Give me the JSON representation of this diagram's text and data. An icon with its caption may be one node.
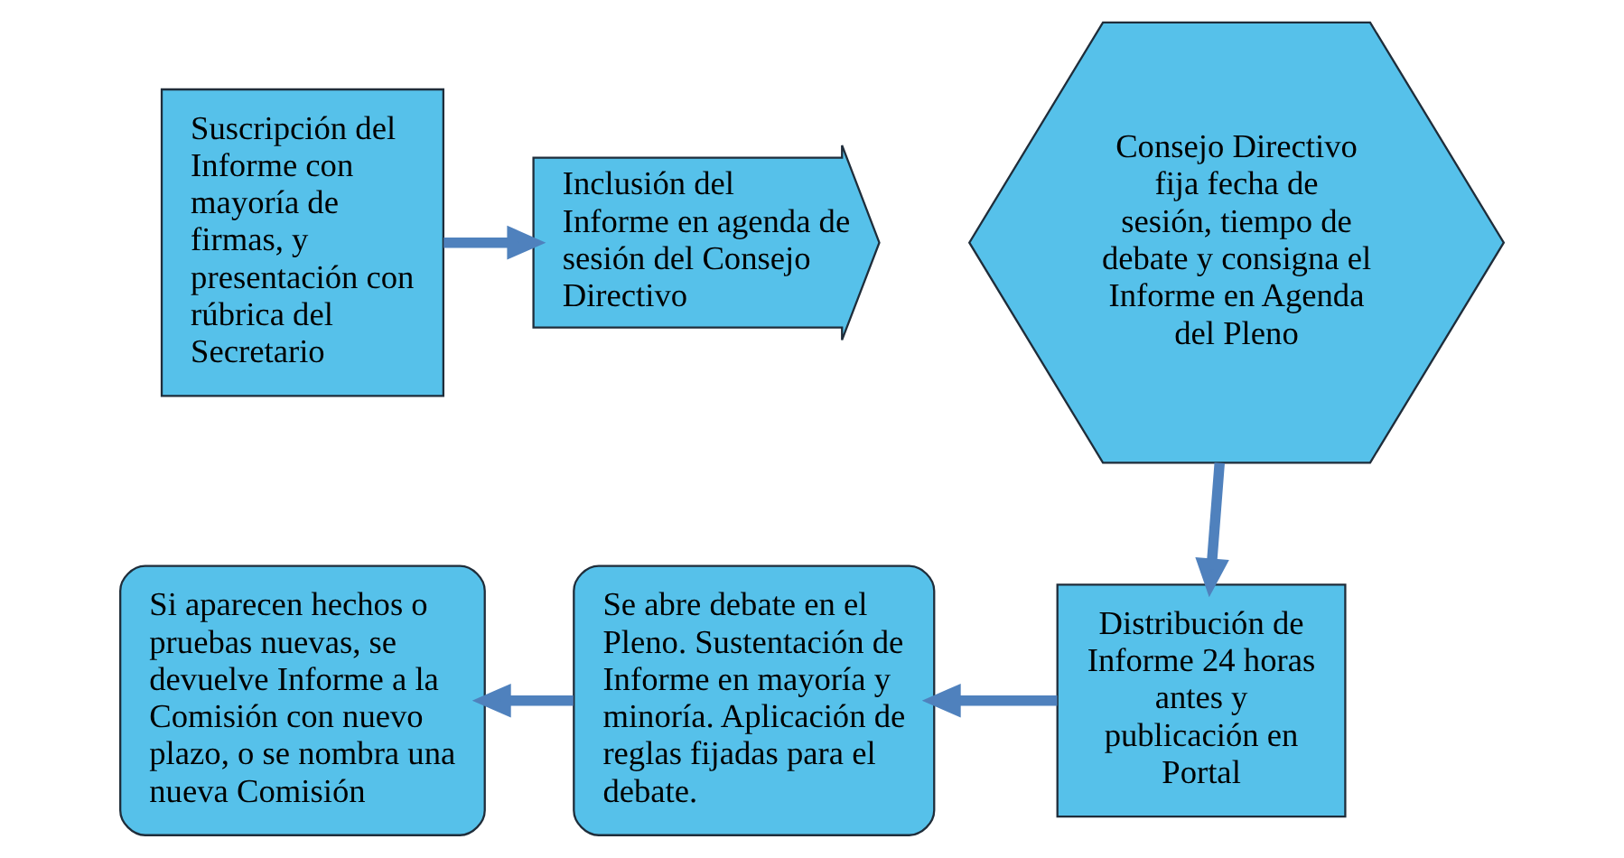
{
  "diagram": {
    "nodes": [
      {
        "text": [
          "Suscripción del Informe con mayoría de firmas, y presentación con rúbrica del Secretario"
        ]
      },
      {
        "text": [
          "Inclusión del Informe en agenda de sesión del Consejo Directivo"
        ]
      },
      {
        "text": [
          "Consejo Directivo fija fecha de sesión, tiempo de debate y consigna el Informe en Agenda del Pleno"
        ]
      },
      {
        "text": [
          "Distribución de Informe 24 horas antes y publicación en Portal"
        ]
      },
      {
        "text": [
          "Se abre debate en el Pleno. Sustentación de Informe en mayoría y minoría. Aplicación de reglas fijadas para el debate."
        ]
      },
      {
        "text": [
          "Si aparecen hechos o pruebas nuevas, se devuelve Informe a la Comisión con nuevo plazo, o se nombra una nueva Comisión"
        ]
      }
    ],
    "edges": [
      {
        "from": 0,
        "to": 1,
        "arrow": "to"
      },
      {
        "from": 2,
        "to": 3,
        "arrow": "to"
      },
      {
        "from": 3,
        "to": 4,
        "arrow": "to"
      },
      {
        "from": 4,
        "to": 5,
        "arrow": "to"
      }
    ]
  }
}
